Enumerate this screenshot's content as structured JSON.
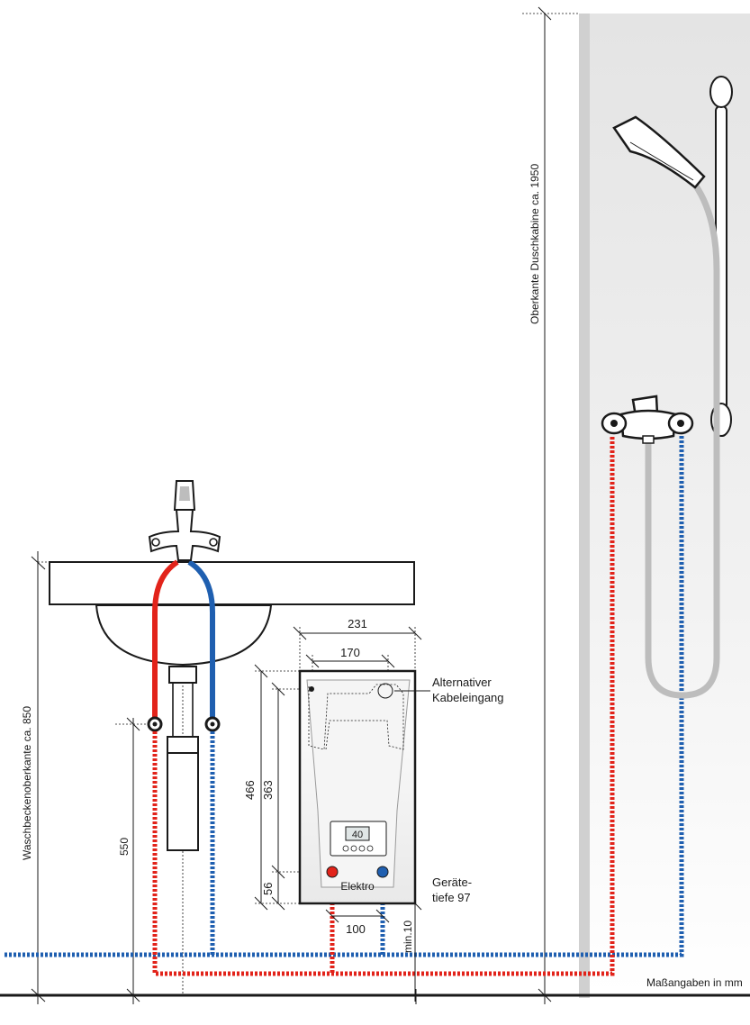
{
  "labels": {
    "width_total": "231",
    "width_inner": "170",
    "height_total": "466",
    "height_inner": "363",
    "bottom_offset": "56",
    "connection_spacing": "100",
    "min_clearance": "min.10",
    "outlet_height": "550",
    "basin_height": "Waschbeckenoberkante ca. 850",
    "shower_height": "Oberkante Duschkabine ca. 1950",
    "cable_entry_line1": "Alternativer",
    "cable_entry_line2": "Kabeleingang",
    "depth_line1": "Geräte-",
    "depth_line2": "tiefe 97",
    "elektro": "Elektro",
    "units": "Maßangaben in mm",
    "display_value": "40"
  },
  "colors": {
    "hot": "#e2231a",
    "cold": "#1f5fb0",
    "outline": "#1a1a1a",
    "shower_wall": "#e6e6e6",
    "hose": "#bdbdbd"
  },
  "icons": {
    "basin_faucet": "mixer-tap-icon",
    "shower_faucet": "shower-mixer-icon",
    "shower_head": "shower-head-icon",
    "heater_display": "lcd-display-icon"
  }
}
